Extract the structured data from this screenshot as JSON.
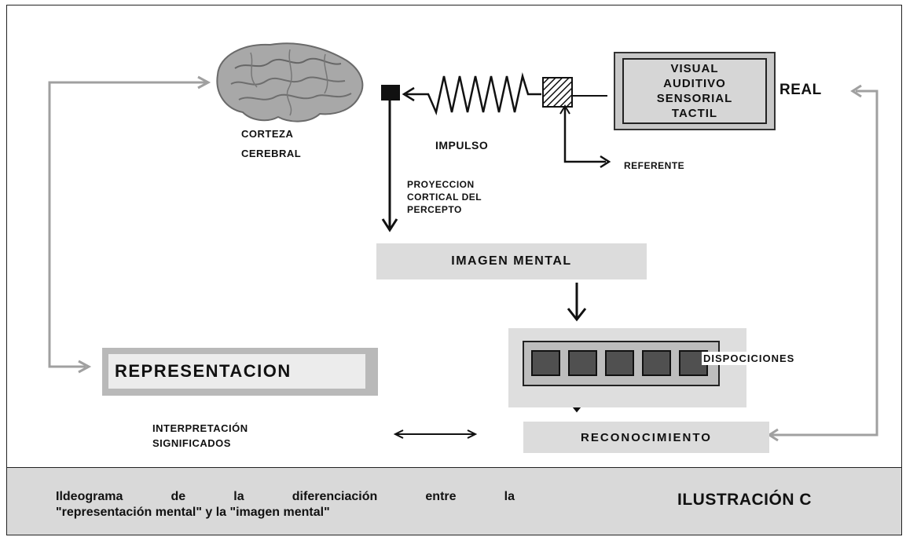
{
  "nodes": {
    "senses": [
      "VISUAL",
      "AUDITIVO",
      "SENSORIAL",
      "TACTIL"
    ],
    "real": "REAL",
    "corteza": [
      "CORTEZA",
      "CEREBRAL"
    ],
    "impulso": "IMPULSO",
    "referente": "REFERENTE",
    "proyeccion": [
      "PROYECCION",
      "CORTICAL DEL",
      "PERCEPTO"
    ],
    "imagen_mental": "IMAGEN MENTAL",
    "disposiciones": "DISPOCICIONES",
    "representacion": "REPRESENTACION",
    "interpretacion": [
      "INTERPRETACIÓN",
      "SIGNIFICADOS"
    ],
    "reconocimiento": "RECONOCIMIENTO"
  },
  "caption": {
    "line1": "Ildeograma de la diferenciación entre la",
    "line2": "\"representación mental\" y la \"imagen mental\"",
    "figure_label": "ILUSTRACIÓN C"
  },
  "colors": {
    "arrow_gray": "#a0a0a0",
    "dark": "#111111",
    "band": "#d9d9d9"
  }
}
